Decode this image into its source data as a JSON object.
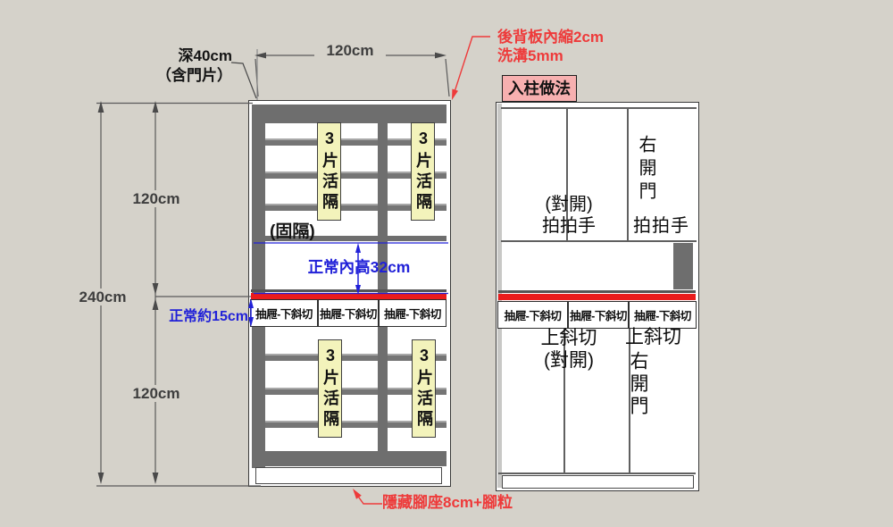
{
  "colors": {
    "background": "#d5d2ca",
    "annotation_red": "#ee3a3a",
    "annotation_blue": "#2121d8",
    "red_band": "#ea1c1c",
    "tag_background": "#f3f3bb",
    "pillar_box_background": "#f7b0b0",
    "cabinet_dark_gray": "#6e6e6e"
  },
  "dimensions": {
    "total_height": "240cm",
    "upper_section_height": "120cm",
    "lower_section_height": "120cm",
    "width": "120cm"
  },
  "notes": {
    "depth": {
      "pre": "深",
      "bold": "40cm",
      "line2": "（含門片）"
    },
    "back_panel": {
      "line1_pre": "後背板內縮",
      "line1_bold": "2cm",
      "line2_pre": "洗溝",
      "line2_bold": "5mm"
    },
    "pillar_method": "入柱做法",
    "inner_height": {
      "pre": "正常內高",
      "bold": "32cm"
    },
    "drawer_height": {
      "pre": "正常約",
      "bold": "15cm"
    },
    "hidden_base": {
      "pre": "隱藏腳座",
      "bold": "8cm",
      "post": "+腳粒"
    }
  },
  "left_cabinet": {
    "fixed_shelf_label": "(固隔)",
    "movable_labels": [
      "3片活隔",
      "3片活隔",
      "3片活隔",
      "3片活隔"
    ],
    "drawer_labels": [
      "抽屜-下斜切",
      "抽屜-下斜切",
      "抽屜-下斜切"
    ]
  },
  "right_cabinet": {
    "drawer_labels": [
      "抽屜-下斜切",
      "抽屜-下斜切",
      "抽屜-下斜切"
    ],
    "top_doors": {
      "left_line1": "(對開)",
      "left_line2": "拍拍手",
      "right_vertical": "右開門",
      "right_line2": "拍拍手"
    },
    "bottom_doors": {
      "left_line1": "上斜切",
      "left_line2": "(對開)",
      "right_line1": "上斜切",
      "right_vertical": "右開門"
    }
  }
}
